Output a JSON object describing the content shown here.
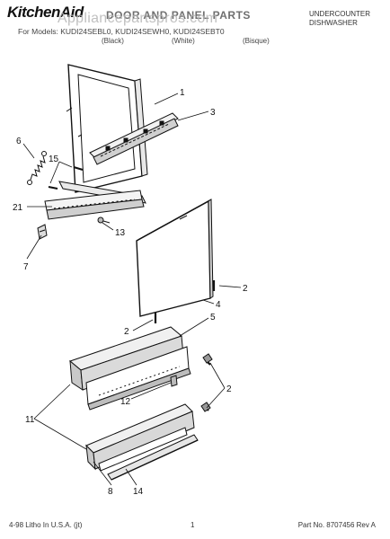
{
  "header": {
    "brand": "KitchenAid",
    "title": "DOOR AND PANEL PARTS",
    "watermark": "Appliancepartspros.com",
    "models_line": "For Models: KUDI24SEBL0, KUDI24SEWH0, KUDI24SEBT0",
    "colors": [
      "(Black)",
      "(White)",
      "(Bisque)"
    ],
    "product_type": [
      "UNDERCOUNTER",
      "DISHWASHER"
    ]
  },
  "callouts": [
    "1",
    "3",
    "6",
    "15",
    "21",
    "13",
    "7",
    "2",
    "4",
    "2",
    "5",
    "2",
    "12",
    "11",
    "8",
    "14"
  ],
  "footer": {
    "left": "4-98 Litho In U.S.A. (jt)",
    "page": "1",
    "part_no": "Part No. 8707456 Rev A"
  }
}
